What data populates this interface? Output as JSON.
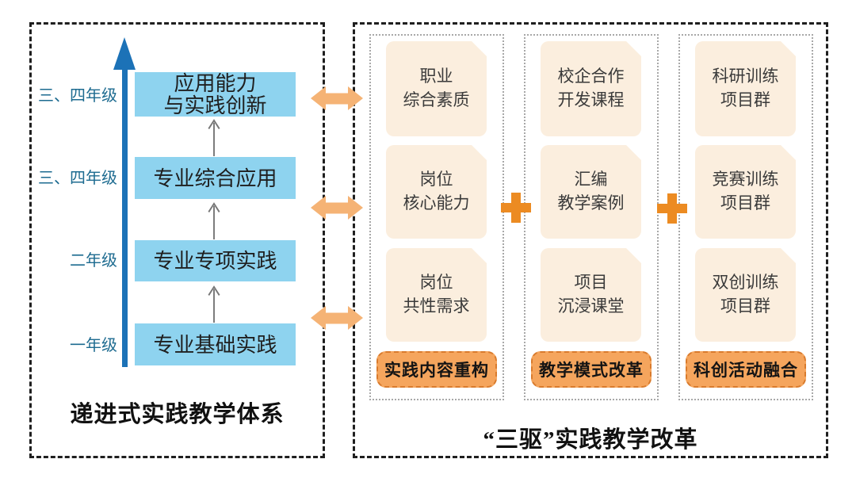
{
  "left_panel": {
    "title": "递进式实践教学体系",
    "grade_labels": [
      "三、四年级",
      "三、四年级",
      "二年级",
      "一年级"
    ],
    "levels": [
      {
        "lines": [
          "应用能力",
          "与实践创新"
        ]
      },
      {
        "lines": [
          "专业综合应用"
        ]
      },
      {
        "lines": [
          "专业专项实践"
        ]
      },
      {
        "lines": [
          "专业基础实践"
        ]
      }
    ]
  },
  "right_panel": {
    "title": "“三驱”实践教学改革",
    "columns": [
      {
        "cards": [
          {
            "lines": [
              "职业",
              "综合素质"
            ]
          },
          {
            "lines": [
              "岗位",
              "核心能力"
            ]
          },
          {
            "lines": [
              "岗位",
              "共性需求"
            ]
          }
        ],
        "label": "实践内容重构"
      },
      {
        "cards": [
          {
            "lines": [
              "校企合作",
              "开发课程"
            ]
          },
          {
            "lines": [
              "汇编",
              "教学案例"
            ]
          },
          {
            "lines": [
              "项目",
              "沉浸课堂"
            ]
          }
        ],
        "label": "教学模式改革"
      },
      {
        "cards": [
          {
            "lines": [
              "科研训练",
              "项目群"
            ]
          },
          {
            "lines": [
              "竞赛训练",
              "项目群"
            ]
          },
          {
            "lines": [
              "双创训练",
              "项目群"
            ]
          }
        ],
        "label": "科创活动融合"
      }
    ]
  },
  "icons": {
    "progression_arrow": "blue-vertical-up-arrow",
    "level_up_arrow": "thin-gray-up-arrow",
    "exchange_arrow": "orange-double-horizontal-arrow",
    "plus": "orange-plus-sign"
  },
  "colors": {
    "blue_box": "#8ed3ef",
    "blue_arrow": "#1c72b7",
    "grade_label": "#1d6b90",
    "card_bg": "#fbeede",
    "orange_label_bg": "#f5a55d",
    "orange_label_border": "#d97b2d",
    "double_arrow": "#f5b375",
    "plus_sign": "#ec8b22"
  }
}
